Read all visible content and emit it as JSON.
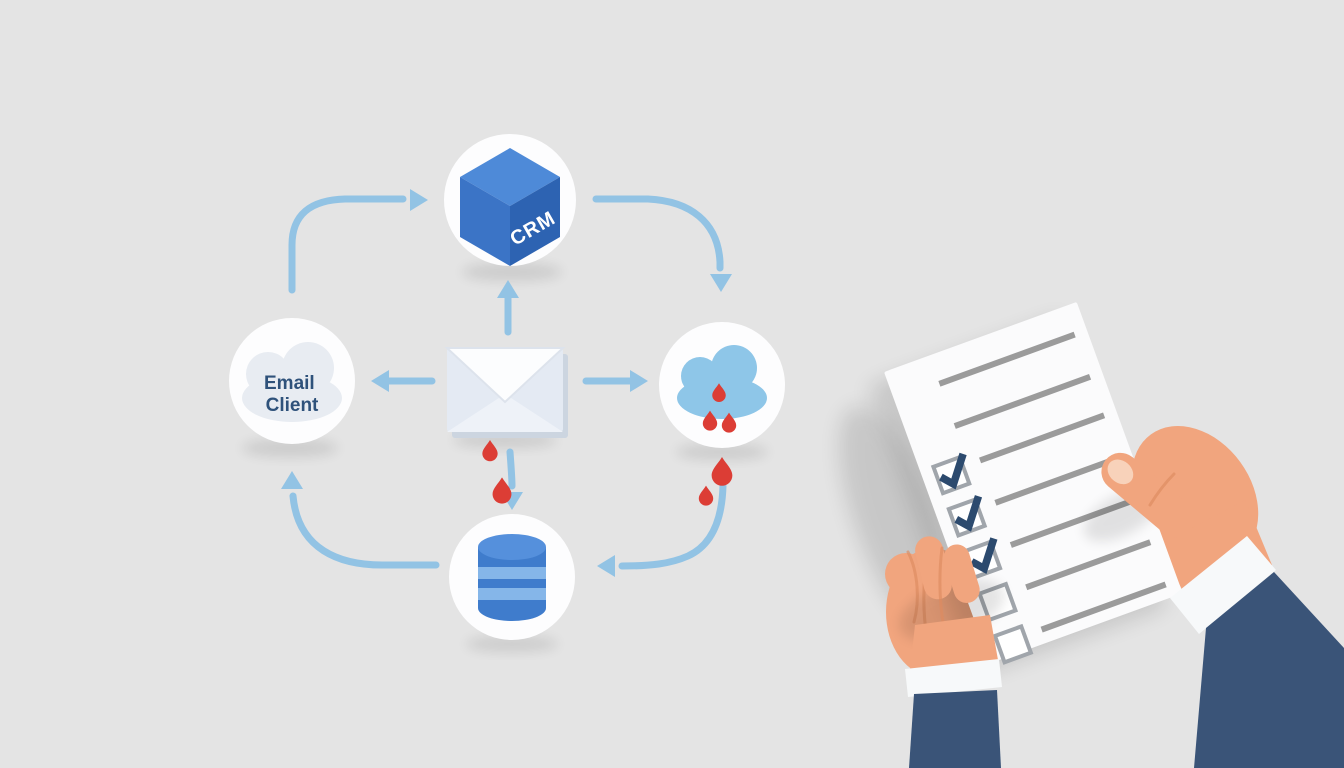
{
  "diagram": {
    "nodes": {
      "crm": {
        "label": "CRM",
        "icon": "cube-icon"
      },
      "email_client": {
        "label_line1": "Email",
        "label_line2": "Client",
        "icon": "cloud-icon"
      },
      "envelope": {
        "icon": "envelope-icon"
      },
      "rain_cloud": {
        "icon": "rain-cloud-icon",
        "droplet_icon": "raindrop-icon"
      },
      "database": {
        "icon": "database-icon"
      }
    },
    "edges": [
      "email_client -> crm",
      "crm -> rain_cloud",
      "envelope -> crm",
      "envelope -> email_client",
      "envelope -> rain_cloud",
      "envelope -> database",
      "rain_cloud -> database",
      "database -> email_client"
    ]
  },
  "checklist": {
    "rows": [
      {
        "type": "line"
      },
      {
        "type": "line"
      },
      {
        "type": "checkbox",
        "checked": true
      },
      {
        "type": "checkbox",
        "checked": true
      },
      {
        "type": "checkbox",
        "checked": true
      },
      {
        "type": "checkbox",
        "checked": false
      },
      {
        "type": "checkbox",
        "checked": false
      }
    ]
  },
  "colors": {
    "bg": "#e4e4e4",
    "node-white": "#fdfdfe",
    "arrow-blue": "#92c3e4",
    "droplet-red": "#dc3d35",
    "cube-top": "#4e8ad8",
    "cube-left": "#3b74c6",
    "cube-right": "#2d63b2",
    "label-white": "#ffffff",
    "cloud-light": "#e8ecf2",
    "navy-text": "#2f527b",
    "rain-cloud-blue": "#8ec6e8",
    "db-top": "#5590dc",
    "db-blue": "#3f7ccc",
    "db-band": "#85b6e9",
    "env-edge": "#ccd5e0",
    "env-body": "#e4eaf3",
    "env-bottom": "#eef2f8",
    "env-flap": "#fcfdfe",
    "paper": "#fbfbfc",
    "line-gray": "#9b9b9b",
    "box-border": "#a0a5ab",
    "check-navy": "#2c4a6e",
    "skin": "#f1a57e",
    "skin-shade": "#dd8a60",
    "nail": "#f8d2ba",
    "cuff": "#f7f9fa",
    "sleeve-navy": "#3a5478"
  }
}
